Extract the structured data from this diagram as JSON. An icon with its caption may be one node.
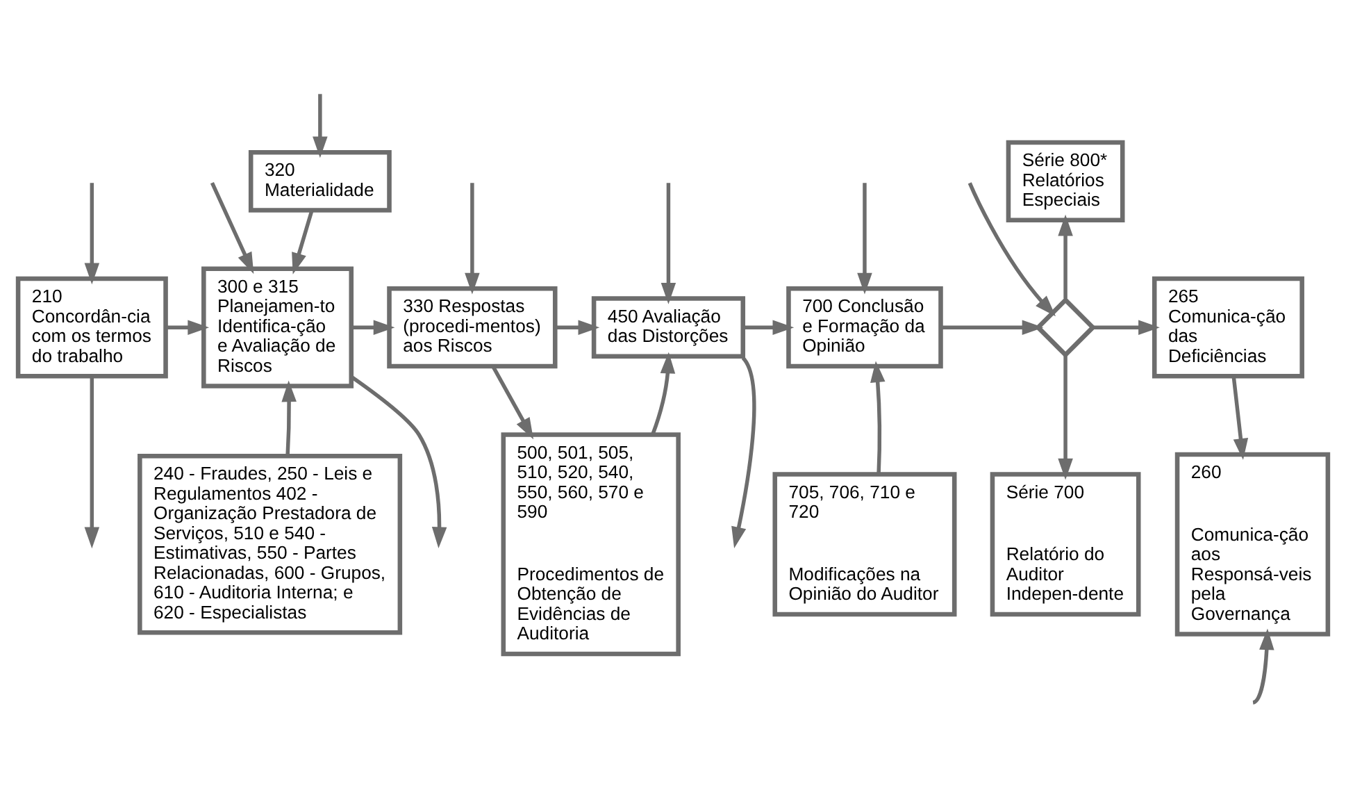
{
  "diagram": {
    "nodes": [
      {
        "text": [
          "320 Materialidade"
        ]
      },
      {
        "text": [
          "Série 800* Relatórios Especiais"
        ]
      },
      {
        "text": [
          "210 Concordân-cia com os termos do trabalho"
        ]
      },
      {
        "text": [
          "300 e 315 Planejamen-to Identifica-ção e Avaliação de Riscos"
        ]
      },
      {
        "text": [
          "330 Respostas (procedi-mentos) aos Riscos"
        ]
      },
      {
        "text": [
          "450 Avaliação das Distorções"
        ]
      },
      {
        "text": [
          "700 Conclusão e Formação da Opinião"
        ]
      },
      {
        "text": [],
        "shape": "diamond"
      },
      {
        "text": [
          "265 Comunica-ção das Deficiências"
        ]
      },
      {
        "text": [
          "240 - Fraudes, 250 - Leis e Regulamentos 402 - Organização Prestadora de Serviços, 510 e 540 - Estimativas, 550 - Partes Relacionadas, 600 - Grupos, 610 - Auditoria Interna; e 620 - Especialistas"
        ]
      },
      {
        "text": [
          "500, 501, 505, 510, 520, 540, 550, 560, 570 e 590",
          "Procedimentos de Obtenção de Evidências de Auditoria"
        ]
      },
      {
        "text": [
          "705, 706, 710 e 720",
          "Modificações na Opinião do Auditor"
        ]
      },
      {
        "text": [
          "Série 700",
          "Relatório do Auditor Indepen-dente"
        ]
      },
      {
        "text": [
          "260",
          "Comunica-ção aos Responsá-veis pela Governança"
        ]
      }
    ],
    "edges": [
      {
        "from": 2,
        "to": null,
        "arrow": "to"
      },
      {
        "from": 3,
        "to": null,
        "arrow": "to"
      },
      {
        "from": 5,
        "to": null,
        "arrow": "to"
      },
      {
        "from": null,
        "to": 2,
        "arrow": "to"
      },
      {
        "from": null,
        "to": 0,
        "arrow": "to"
      },
      {
        "from": null,
        "to": 3,
        "arrow": "to"
      },
      {
        "from": null,
        "to": 4,
        "arrow": "to"
      },
      {
        "from": null,
        "to": 5,
        "arrow": "to"
      },
      {
        "from": null,
        "to": 6,
        "arrow": "to"
      },
      {
        "from": null,
        "to": 7,
        "arrow": "to"
      },
      {
        "from": 0,
        "to": 3,
        "arrow": "to"
      },
      {
        "from": 2,
        "to": 3,
        "arrow": "to"
      },
      {
        "from": 3,
        "to": 4,
        "arrow": "to"
      },
      {
        "from": 4,
        "to": 5,
        "arrow": "to"
      },
      {
        "from": 5,
        "to": 6,
        "arrow": "to"
      },
      {
        "from": 6,
        "to": 7,
        "arrow": "to"
      },
      {
        "from": 7,
        "to": 1,
        "arrow": "to"
      },
      {
        "from": 7,
        "to": 8,
        "arrow": "to"
      },
      {
        "from": 7,
        "to": 12,
        "arrow": "to"
      },
      {
        "from": 8,
        "to": 13,
        "arrow": "to"
      },
      {
        "from": 9,
        "to": 3,
        "arrow": "to"
      },
      {
        "from": 4,
        "to": 10,
        "arrow": "to"
      },
      {
        "from": 10,
        "to": 5,
        "arrow": "to"
      },
      {
        "from": 11,
        "to": 6,
        "arrow": "to"
      },
      {
        "from": null,
        "to": 13,
        "arrow": "to"
      }
    ]
  }
}
